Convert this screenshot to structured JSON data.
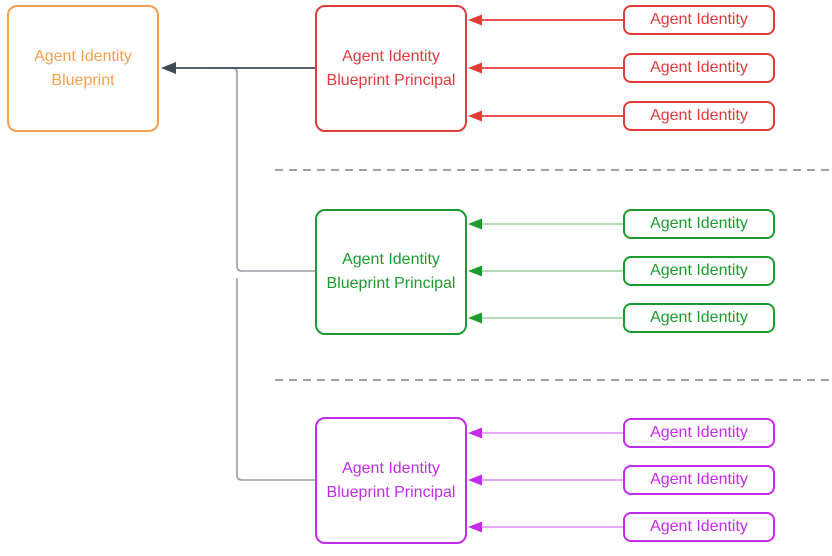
{
  "colors": {
    "background": "#FFFFFF",
    "orange": "#F2A14E",
    "red": "#E23B3C",
    "green": "#1B9C2F",
    "green_light": "#A8D6AB",
    "purple": "#C42BEB",
    "purple_light": "#DF9DF3",
    "dark_line": "#414A54",
    "gray_line": "#999EA3",
    "dashed_line": "#9AA0A6"
  },
  "diagram": {
    "blueprint": {
      "label": "Agent Identity Blueprint"
    },
    "groups": [
      {
        "id": "red",
        "principal_label": "Agent Identity Blueprint Principal",
        "identities": [
          {
            "label": "Agent Identity"
          },
          {
            "label": "Agent Identity"
          },
          {
            "label": "Agent Identity"
          }
        ]
      },
      {
        "id": "green",
        "principal_label": "Agent Identity Blueprint Principal",
        "identities": [
          {
            "label": "Agent Identity"
          },
          {
            "label": "Agent Identity"
          },
          {
            "label": "Agent Identity"
          }
        ]
      },
      {
        "id": "purple",
        "principal_label": "Agent Identity Blueprint Principal",
        "identities": [
          {
            "label": "Agent Identity"
          },
          {
            "label": "Agent Identity"
          },
          {
            "label": "Agent Identity"
          }
        ]
      }
    ]
  }
}
